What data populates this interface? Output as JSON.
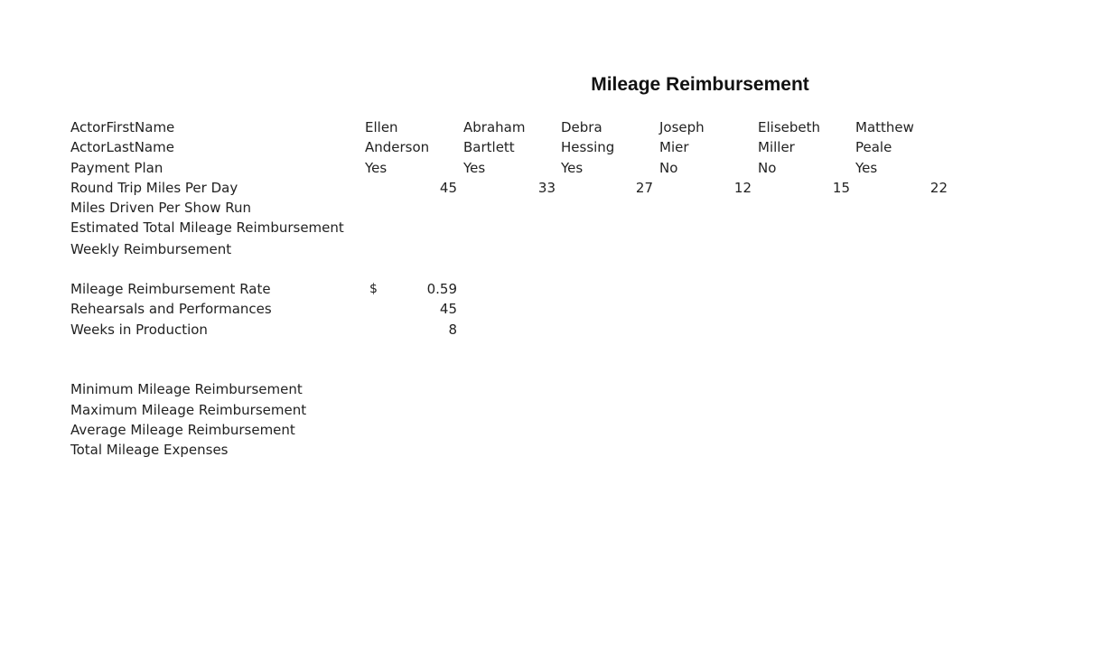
{
  "title": "Mileage Reimbursement",
  "rows": {
    "first_name": {
      "label": "ActorFirstName",
      "values": [
        "Ellen",
        "Abraham",
        "Debra",
        "Joseph",
        "Elisebeth",
        "Matthew"
      ]
    },
    "last_name": {
      "label": "ActorLastName",
      "values": [
        "Anderson",
        "Bartlett",
        "Hessing",
        "Mier",
        "Miller",
        "Peale"
      ]
    },
    "payment_plan": {
      "label": "Payment Plan",
      "values": [
        "Yes",
        "Yes",
        "Yes",
        "No",
        "No",
        "Yes"
      ]
    },
    "round_trip": {
      "label": "Round Trip Miles Per Day",
      "values": [
        "45",
        "33",
        "27",
        "12",
        "15",
        "22"
      ]
    },
    "miles_driven": {
      "label": "Miles Driven Per Show Run"
    },
    "est_total": {
      "label": "Estimated Total Mileage Reimbursement"
    },
    "weekly": {
      "label": "Weekly Reimbursement"
    }
  },
  "params": {
    "rate": {
      "label": "Mileage Reimbursement Rate",
      "currency": "$",
      "value": "0.59"
    },
    "rehearsals": {
      "label": "Rehearsals and Performances",
      "value": "45"
    },
    "weeks": {
      "label": "Weeks in Production",
      "value": "8"
    }
  },
  "summary": {
    "min": {
      "label": "Minimum Mileage Reimbursement"
    },
    "max": {
      "label": "Maximum Mileage Reimbursement"
    },
    "avg": {
      "label": "Average Mileage Reimbursement"
    },
    "total": {
      "label": "Total Mileage Expenses"
    }
  }
}
